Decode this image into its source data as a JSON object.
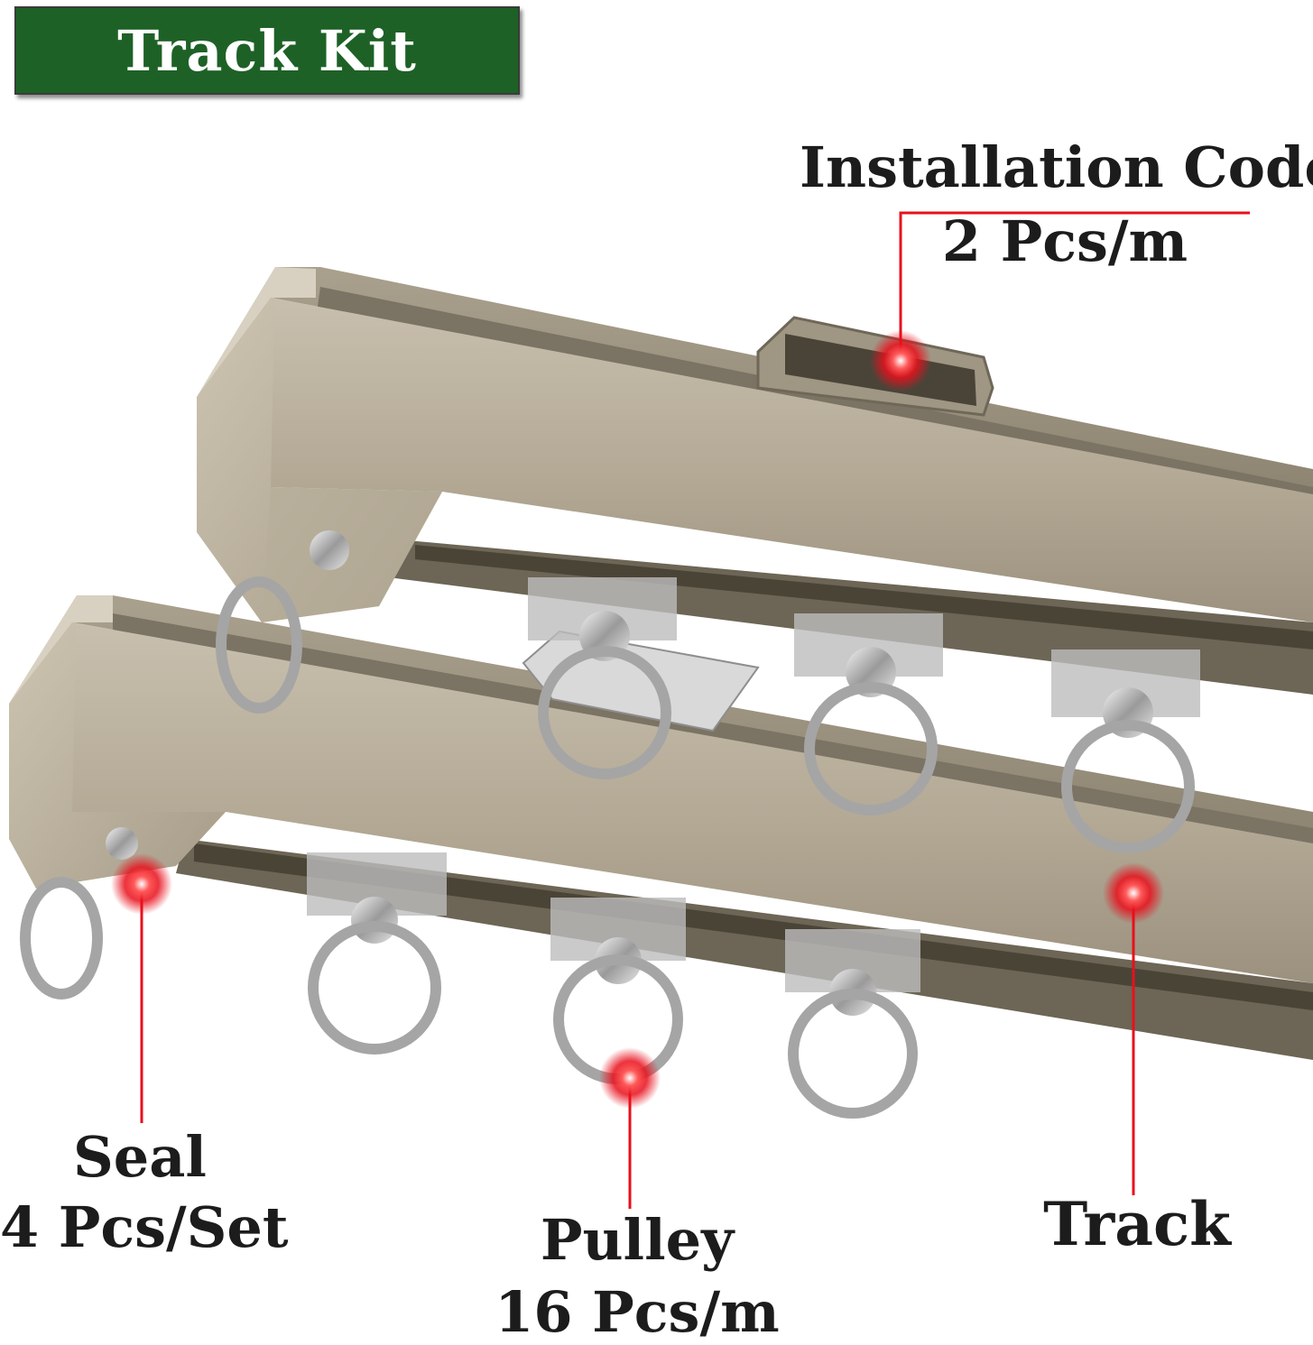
{
  "header": {
    "title": "Track Kit"
  },
  "callouts": {
    "installation_code": {
      "name": "Installation Code",
      "qty": "2 Pcs/m"
    },
    "seal": {
      "name": "Seal",
      "qty": "4 Pcs/Set"
    },
    "pulley": {
      "name": "Pulley",
      "qty": "16 Pcs/m"
    },
    "track": {
      "name": "Track"
    }
  },
  "colors": {
    "badge_bg": "#1e6127",
    "track_body": "#b1a794",
    "marker": "#e8101c",
    "metal": "#c8c8c8"
  },
  "icons": [
    "marker-dot-icon",
    "glide-ring-icon",
    "end-cap-hook-icon"
  ]
}
